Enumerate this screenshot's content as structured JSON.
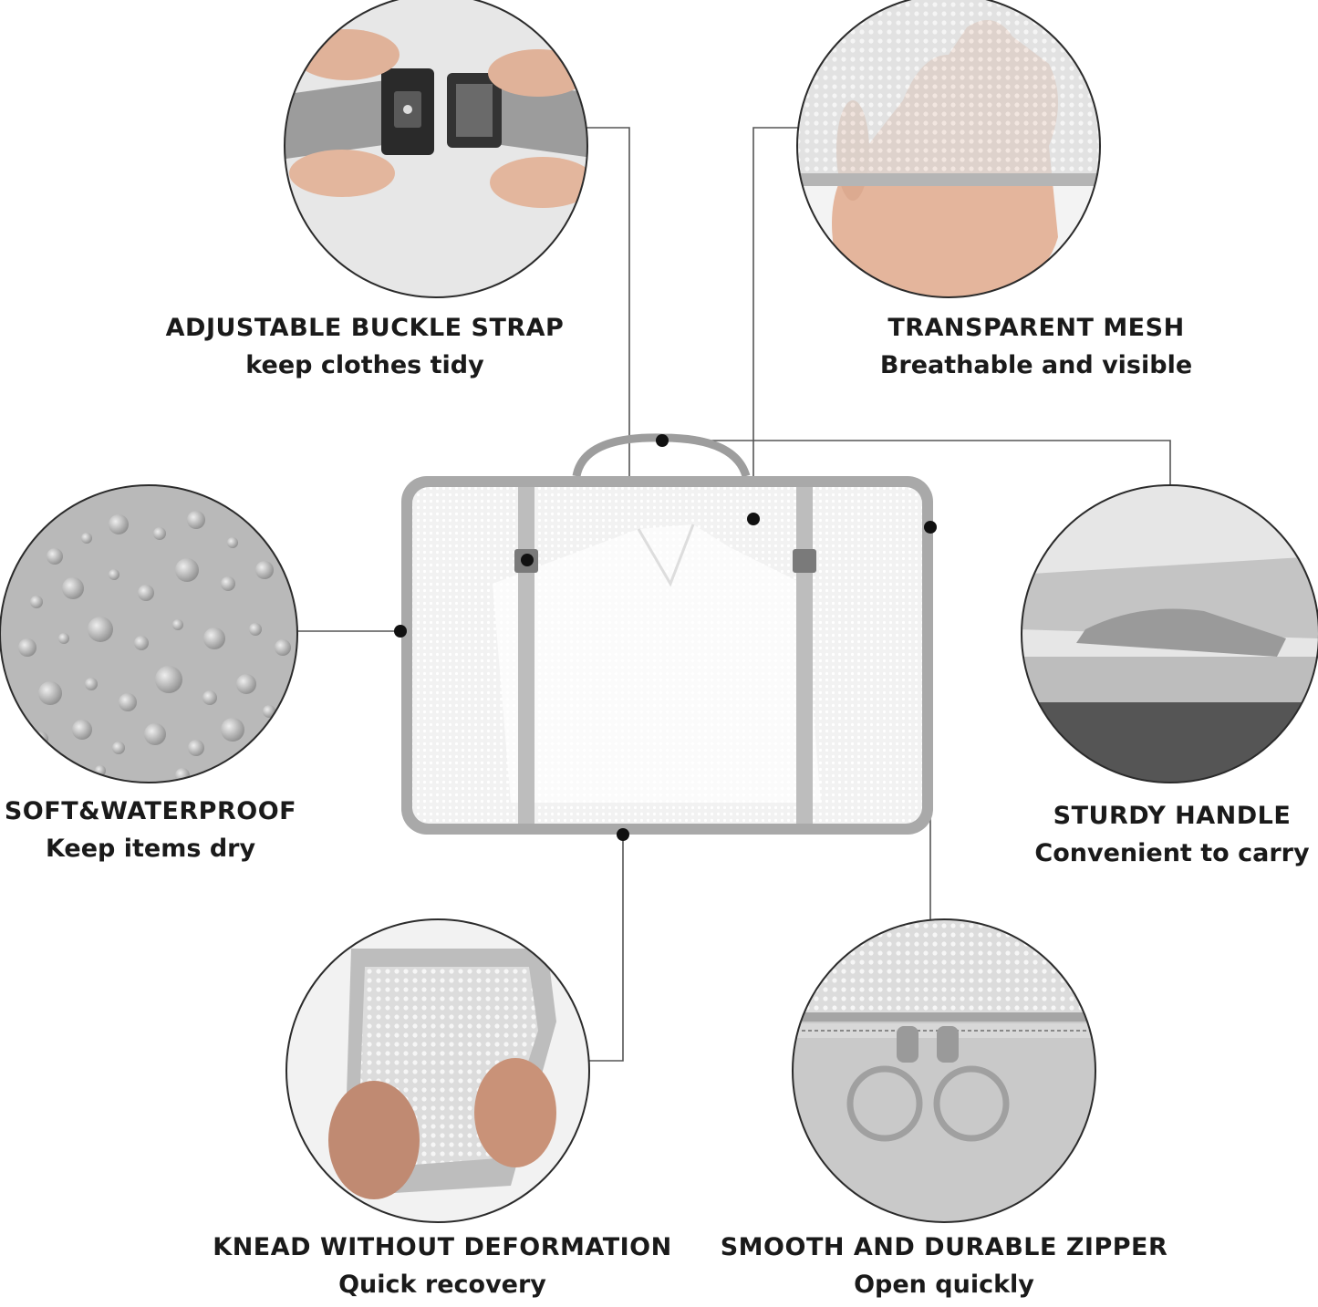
{
  "features": [
    {
      "id": "buckle",
      "title": "ADJUSTABLE BUCKLE STRAP",
      "subtitle": "keep clothes tidy"
    },
    {
      "id": "mesh",
      "title": "TRANSPARENT MESH",
      "subtitle": "Breathable and visible"
    },
    {
      "id": "waterproof",
      "title": "SOFT&WATERPROOF",
      "subtitle": "Keep items dry"
    },
    {
      "id": "handle",
      "title": "STURDY HANDLE",
      "subtitle": "Convenient to carry"
    },
    {
      "id": "knead",
      "title": "KNEAD WITHOUT DEFORMATION",
      "subtitle": "Quick recovery"
    },
    {
      "id": "zipper",
      "title": "SMOOTH AND DURABLE ZIPPER",
      "subtitle": "Open quickly"
    }
  ],
  "colors": {
    "background": "#ffffff",
    "text": "#1a1a1a",
    "frame": "#a9a9a9",
    "circle_border": "#2b2b2b",
    "leader_line": "#555555",
    "dot": "#111111",
    "fabric": "#c8c8c8"
  }
}
